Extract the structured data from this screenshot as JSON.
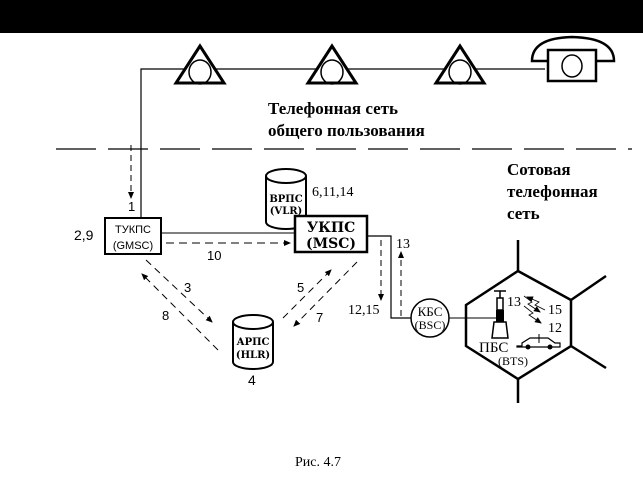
{
  "diagram": {
    "pstn_label_line1": "Телефонная сеть",
    "pstn_label_line2": "общего пользования",
    "cellular_label_line1": "Сотовая",
    "cellular_label_line2": "телефонная",
    "cellular_label_line3": "сеть",
    "gmsc": {
      "name": "ТУКПС",
      "abbr": "(GMSC)",
      "step_left": "2,9",
      "step_top": "1"
    },
    "msc": {
      "name": "УКПС",
      "abbr": "(MSC)"
    },
    "vlr": {
      "name": "ВРПС",
      "abbr": "(VLR)",
      "steps": "6,11,14"
    },
    "hlr": {
      "name": "АРПС",
      "abbr": "(HLR)",
      "step": "4"
    },
    "bsc": {
      "name": "КБС",
      "abbr": "(BSC)"
    },
    "bts": {
      "name": "ПБС",
      "abbr": "(BTS)"
    },
    "steps": {
      "gmsc_to_msc": "10",
      "gmsc_to_hlr": "3",
      "hlr_to_gmsc": "8",
      "msc_from_hlr": "5",
      "msc_to_hlr": "7",
      "msc_to_bsc": "12,15",
      "bsc_to_msc": "13",
      "bts_uplink": "13",
      "bts_down_1": "15",
      "bts_down_2": "12"
    },
    "caption": "Рис. 4.7"
  }
}
